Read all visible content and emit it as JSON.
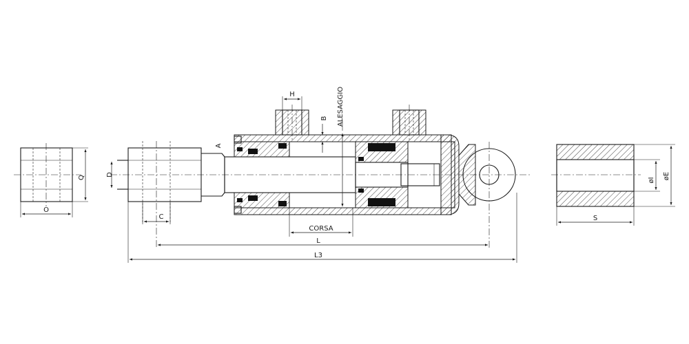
{
  "labels": {
    "h": "H",
    "b": "B",
    "a": "A",
    "alesaggio": "ALESAGGIO",
    "d": "D",
    "c": "C",
    "q": "Q",
    "o": "O",
    "corsa": "CORSA",
    "l": "L",
    "l3": "L3",
    "s": "S",
    "dia_i": "øI",
    "dia_e": "øE"
  }
}
